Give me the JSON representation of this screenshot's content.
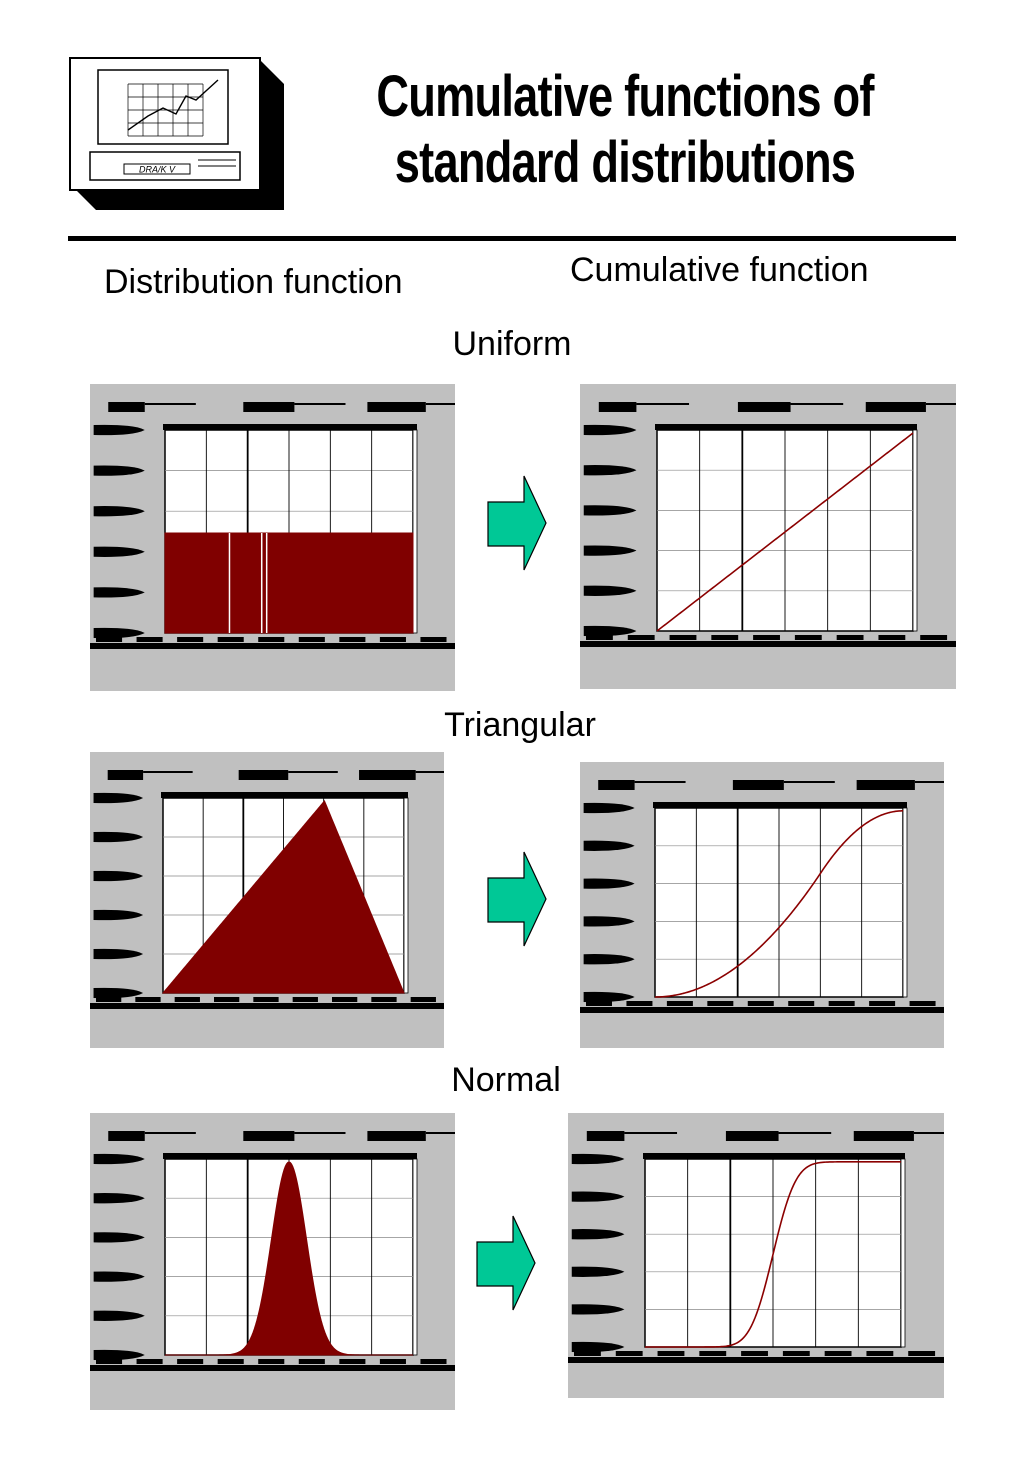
{
  "header": {
    "logo_label": "DRA/K V",
    "title_line1": "Cumulative functions of",
    "title_line2": "standard distributions"
  },
  "columns": {
    "left_heading": "Distribution function",
    "right_heading": "Cumulative function"
  },
  "colors": {
    "fill": "#800000",
    "curve": "#8b0000",
    "panel_bg": "#c0c0c0",
    "arrow": "#00c896"
  },
  "chart_data": [
    {
      "type": "area",
      "section": "Uniform",
      "role": "distribution",
      "shape": "uniform",
      "x": [
        0,
        1
      ],
      "y": [
        0.5,
        0.5
      ],
      "ylim": [
        0,
        1
      ]
    },
    {
      "type": "line",
      "section": "Uniform",
      "role": "cumulative",
      "shape": "uniform",
      "x": [
        0,
        1
      ],
      "y": [
        0,
        1
      ],
      "ylim": [
        0,
        1
      ]
    },
    {
      "type": "area",
      "section": "Triangular",
      "role": "distribution",
      "shape": "triangular",
      "x": [
        0,
        0.67,
        1
      ],
      "y": [
        0,
        1,
        0
      ],
      "ylim": [
        0,
        1
      ]
    },
    {
      "type": "line",
      "section": "Triangular",
      "role": "cumulative",
      "shape": "triangular",
      "mode": 0.67,
      "ylim": [
        0,
        1
      ]
    },
    {
      "type": "area",
      "section": "Normal",
      "role": "distribution",
      "shape": "normal",
      "mean": 0.5,
      "sd": 0.07,
      "ylim": [
        0,
        1
      ]
    },
    {
      "type": "line",
      "section": "Normal",
      "role": "cumulative",
      "shape": "normal",
      "mean": 0.5,
      "sd": 0.07,
      "ylim": [
        0,
        1
      ]
    }
  ],
  "sections": [
    {
      "name": "Uniform"
    },
    {
      "name": "Triangular"
    },
    {
      "name": "Normal"
    }
  ]
}
